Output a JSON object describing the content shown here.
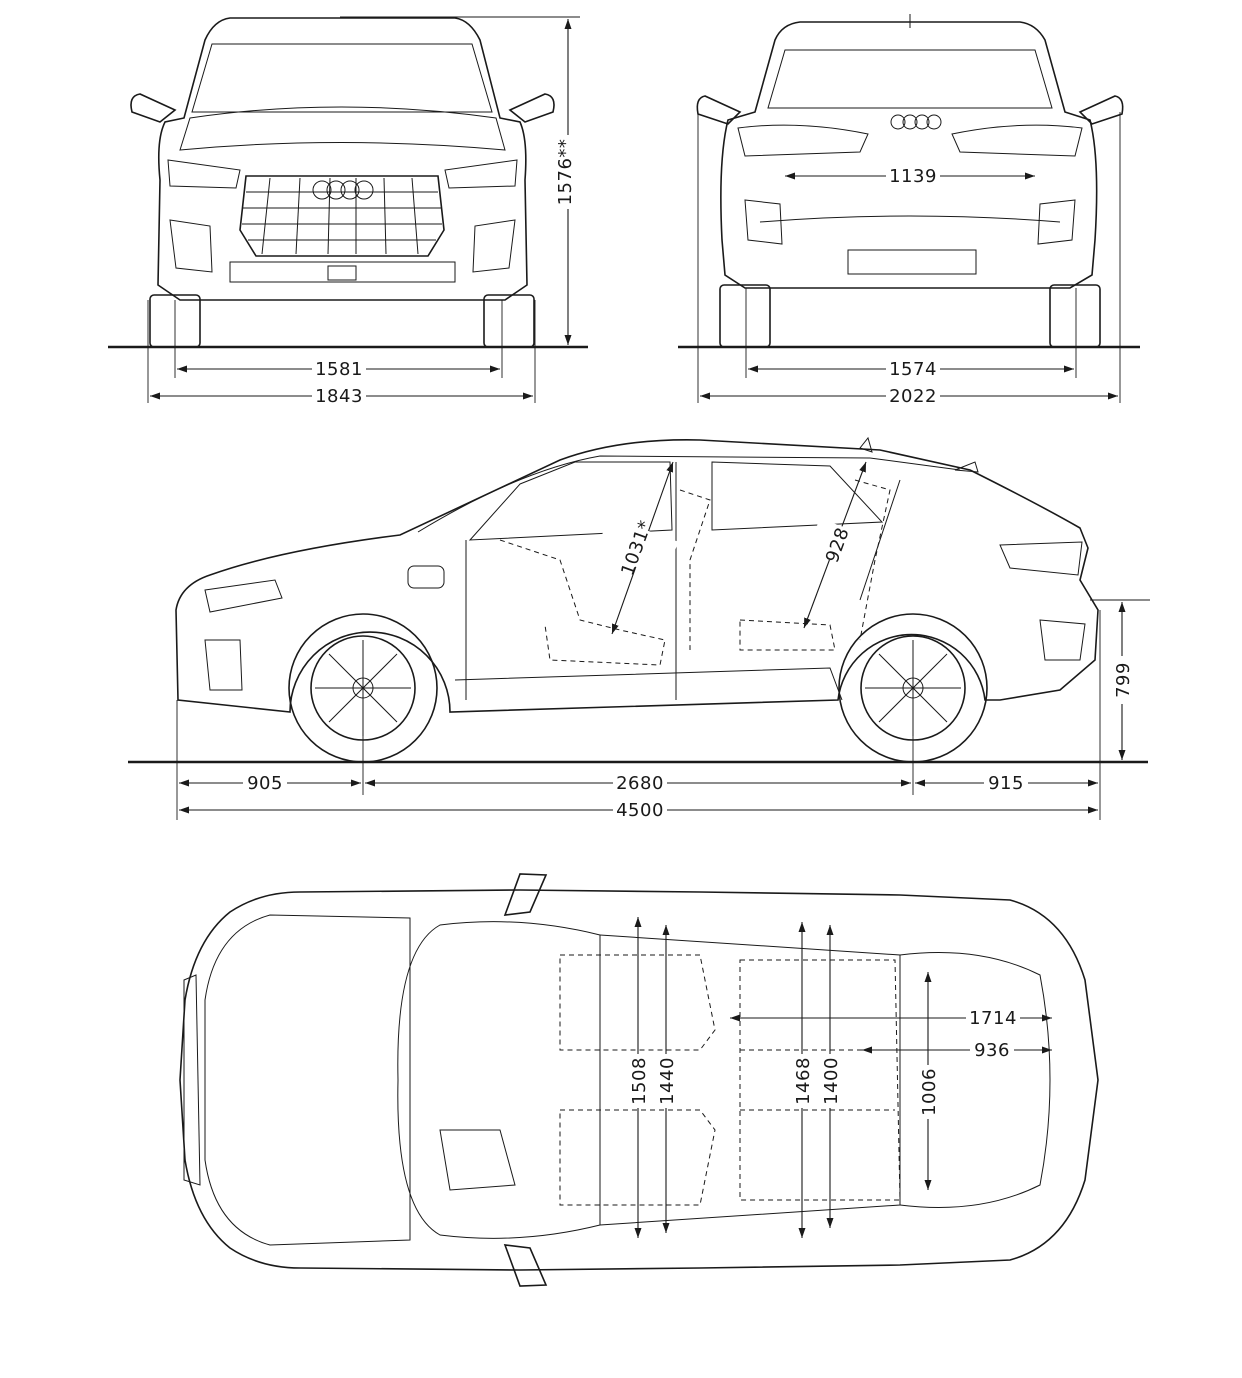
{
  "colors": {
    "ink": "#1a1a1a",
    "paper": "#ffffff"
  },
  "front_view": {
    "height": "1576**",
    "track": "1581",
    "width": "1843"
  },
  "rear_view": {
    "rear_window_width": "1139",
    "track": "1574",
    "width_incl_mirrors": "2022"
  },
  "side_view": {
    "headroom_front": "1031*",
    "headroom_rear": "928",
    "loading_sill_height": "799",
    "front_overhang": "905",
    "wheelbase": "2680",
    "rear_overhang": "915",
    "length": "4500"
  },
  "top_view": {
    "boot_length_max": "1714",
    "boot_length": "936",
    "boot_width": "1006",
    "front_shoulder_width": "1508",
    "front_elbow_width": "1440",
    "rear_shoulder_width": "1468",
    "rear_elbow_width": "1400"
  }
}
